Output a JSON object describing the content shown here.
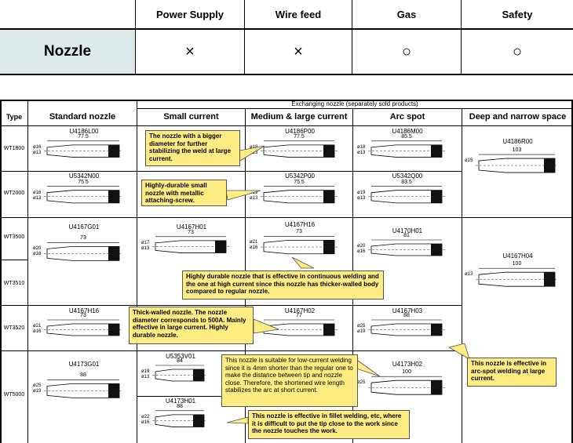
{
  "summary": {
    "headers": [
      "Power Supply",
      "Wire feed",
      "Gas",
      "Safety"
    ],
    "row_label": "Nozzle",
    "marks": [
      "×",
      "×",
      "○",
      "○"
    ],
    "row_label_bg": "#dce8ea"
  },
  "table": {
    "group_header": "Exchanging nozzle (separately sold products)",
    "type_header": "Type",
    "columns": [
      "Standard nozzle",
      "Small current",
      "Medium & large current",
      "Arc spot",
      "Deep and narrow space"
    ],
    "types": [
      "WT1800",
      "WT2000",
      "WT3500",
      "WT3510",
      "WT3520",
      "WT5000"
    ],
    "parts": {
      "std_1800": {
        "pn": "U4186L00",
        "len": "77.5",
        "d1": "ø16",
        "d2": "ø13"
      },
      "std_2000": {
        "pn": "U5342N00",
        "len": "75.5",
        "d1": "ø16",
        "d2": "ø13"
      },
      "std_3500": {
        "pn": "U4167G01",
        "len": "73",
        "d1": "ø20",
        "d2": "ø16"
      },
      "std_3520": {
        "pn": "U4167H16",
        "len": "73",
        "d1": "ø21",
        "d2": "ø16"
      },
      "std_5000": {
        "pn": "U4173G01",
        "len": "88",
        "d1": "ø25",
        "d2": "ø19"
      },
      "sm_3500": {
        "pn": "U4167H01",
        "len": "73",
        "d1": "ø17",
        "d2": "ø13"
      },
      "sm_5000a": {
        "pn": "U5353V01",
        "len": "84",
        "d1": "ø19",
        "d2": "ø13"
      },
      "sm_5000b": {
        "pn": "U4173H01",
        "len": "88",
        "d1": "ø22",
        "d2": "ø16"
      },
      "med_1800": {
        "pn": "U4186P00",
        "len": "77.5",
        "d1": "ø18",
        "d2": "ø13"
      },
      "med_2000": {
        "pn": "U5342P00",
        "len": "75.5",
        "d1": "ø19",
        "d2": "ø13"
      },
      "med_3500": {
        "pn": "U4167H16",
        "len": "73",
        "d1": "ø21",
        "d2": "ø16"
      },
      "med_3520": {
        "pn": "U4167H02",
        "len": "77",
        "d1": "ø25",
        "d2": "ø19"
      },
      "arc_1800": {
        "pn": "U4186M00",
        "len": "85.5",
        "d1": "ø18",
        "d2": "ø13"
      },
      "arc_2000": {
        "pn": "U5342Q00",
        "len": "83.5",
        "d1": "ø19",
        "d2": "ø13"
      },
      "arc_3500": {
        "pn": "U4170H01",
        "len": "81",
        "d1": "ø20",
        "d2": "ø16"
      },
      "arc_3520": {
        "pn": "U4167H03",
        "len": "88",
        "d1": "ø25",
        "d2": "ø19"
      },
      "arc_5000": {
        "pn": "U4173H02",
        "len": "100",
        "d1": "ø25",
        "d2": ""
      },
      "deep_1800": {
        "pn": "U4186R00",
        "len": "103",
        "d1": "ø15",
        "d2": ""
      },
      "deep_3500": {
        "pn": "U4167H04",
        "len": "100",
        "d1": "ø13",
        "d2": ""
      }
    },
    "callouts": {
      "c1": "The nozzle with a bigger diameter for further stabilizing the weld at large current.",
      "c2": "Highly-durable small nozzle with metallic attaching-screw.",
      "c3": "Highly durable nozzle that is effective in continuous welding and the one at high current since this nozzle has thicker-walled body compared to regular nozzle.",
      "c4": "Thick-walled nozzle. The nozzle diameter corresponds to 500A. Mainly effective in large current. Highly durable nozzle.",
      "c5": "This nozzle is suitable for low-current welding since it is 4mm shorter than the regular one to make the distance between tip and nozzle close. Therefore, the shortened wire length stabilizes the arc at short current.",
      "c6": "This nozzle is effective in arc-spot welding at large current.",
      "c7": "This nozzle is effective in fillet welding, etc, where it is difficult to put the tip close to the work since the nozzle touches the work."
    },
    "callout_color": "#ffec83"
  }
}
